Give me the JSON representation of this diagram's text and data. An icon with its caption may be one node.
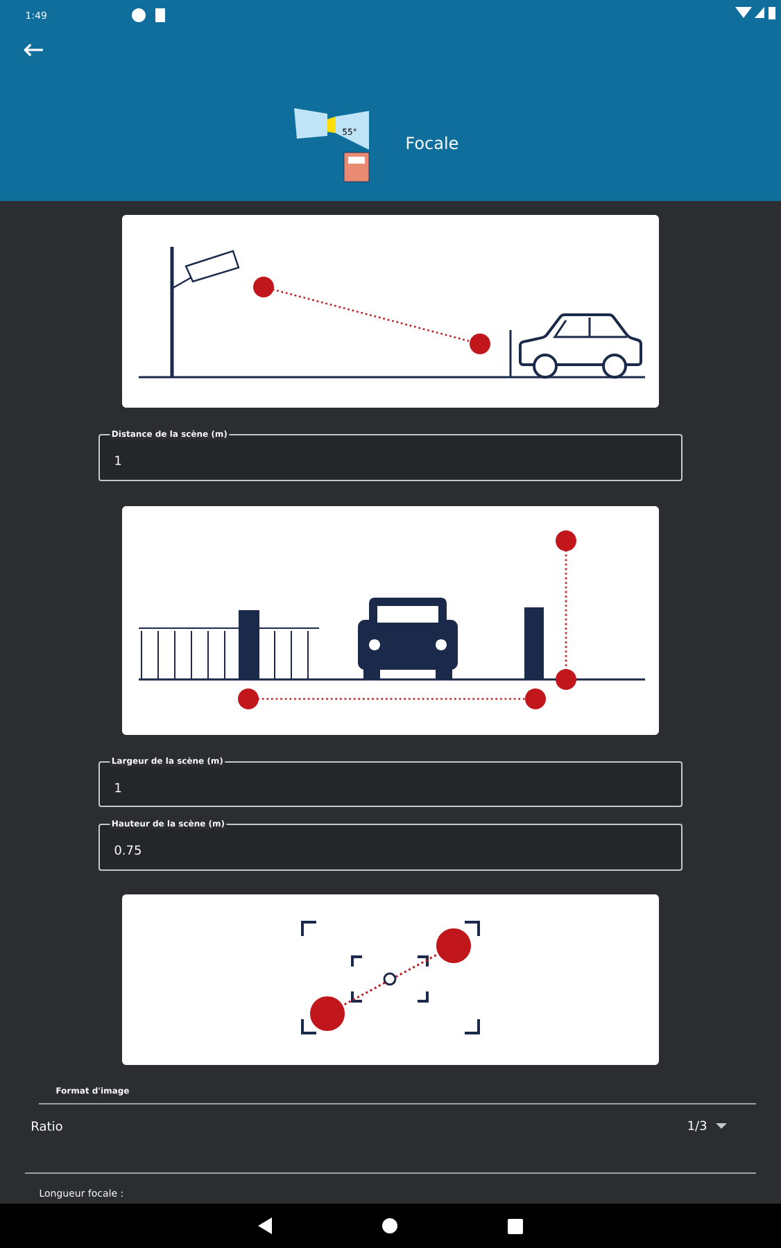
{
  "diagram": {
    "nodes": [
      {
        "text": [
          "Distance de la scène (m)",
          "1"
        ]
      },
      {
        "text": [
          "Largeur de la scène (m)",
          "1"
        ]
      },
      {
        "text": [
          "Hauteur de la scène (m)",
          "0.75"
        ]
      }
    ],
    "labels": [
      "1:49",
      "55°",
      "Focale",
      "Format d'image",
      "Ratio",
      "1/3",
      "Longueur focale :"
    ]
  }
}
